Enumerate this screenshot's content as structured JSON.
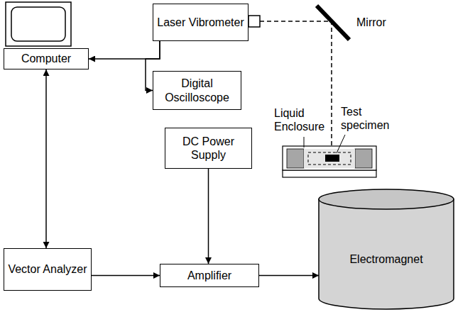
{
  "diagram": {
    "nodes": [
      {
        "text": [
          "Computer"
        ]
      },
      {
        "text": [
          "Laser Vibrometer"
        ]
      },
      {
        "text": [
          "Digital Oscilloscope"
        ]
      },
      {
        "text": [
          "DC Power Supply"
        ]
      },
      {
        "text": [
          "Vector Analyzer"
        ]
      },
      {
        "text": [
          "Amplifier"
        ]
      },
      {
        "text": [
          "Electromagnet"
        ]
      }
    ],
    "edges": [
      {
        "from": 1,
        "to": 0,
        "arrow": "to"
      },
      {
        "from": 1,
        "to": 2,
        "arrow": "to"
      },
      {
        "from": 0,
        "to": 4,
        "arrow": "both"
      },
      {
        "from": 4,
        "to": 5,
        "arrow": "to"
      },
      {
        "from": 3,
        "to": 5,
        "arrow": "to"
      },
      {
        "from": 5,
        "to": 6,
        "arrow": "to"
      }
    ],
    "labels": [
      "Mirror",
      "Test specimen",
      "Liquid Enclosure"
    ]
  }
}
